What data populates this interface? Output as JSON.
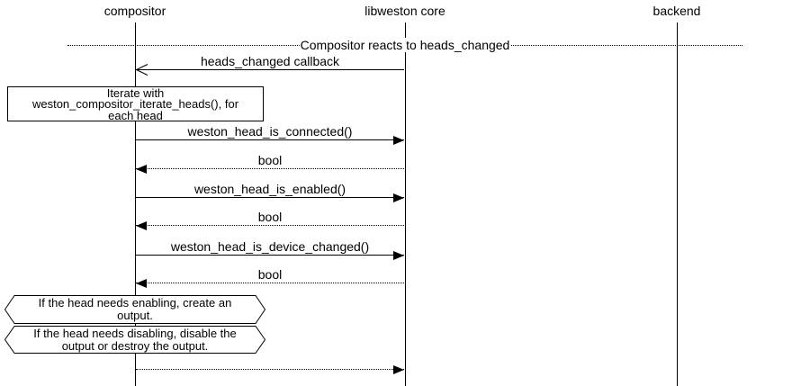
{
  "participants": [
    {
      "label": "compositor"
    },
    {
      "label": "libweston core"
    },
    {
      "label": "backend"
    }
  ],
  "title": "Compositor reacts to heads_changed",
  "messages": {
    "callback": "heads_changed callback",
    "is_connected": "weston_head_is_connected()",
    "bool1": "bool",
    "is_enabled": "weston_head_is_enabled()",
    "bool2": "bool",
    "is_device_changed": "weston_head_is_device_changed()",
    "bool3": "bool"
  },
  "notes": {
    "iterate": {
      "lines": [
        "Iterate with",
        "weston_compositor_iterate_heads(), for",
        "each head"
      ]
    },
    "enabling": {
      "lines": [
        "If the head needs enabling, create an",
        "output."
      ]
    },
    "disabling": {
      "lines": [
        "If the head needs disabling, disable the",
        "output or destroy the output."
      ]
    }
  }
}
